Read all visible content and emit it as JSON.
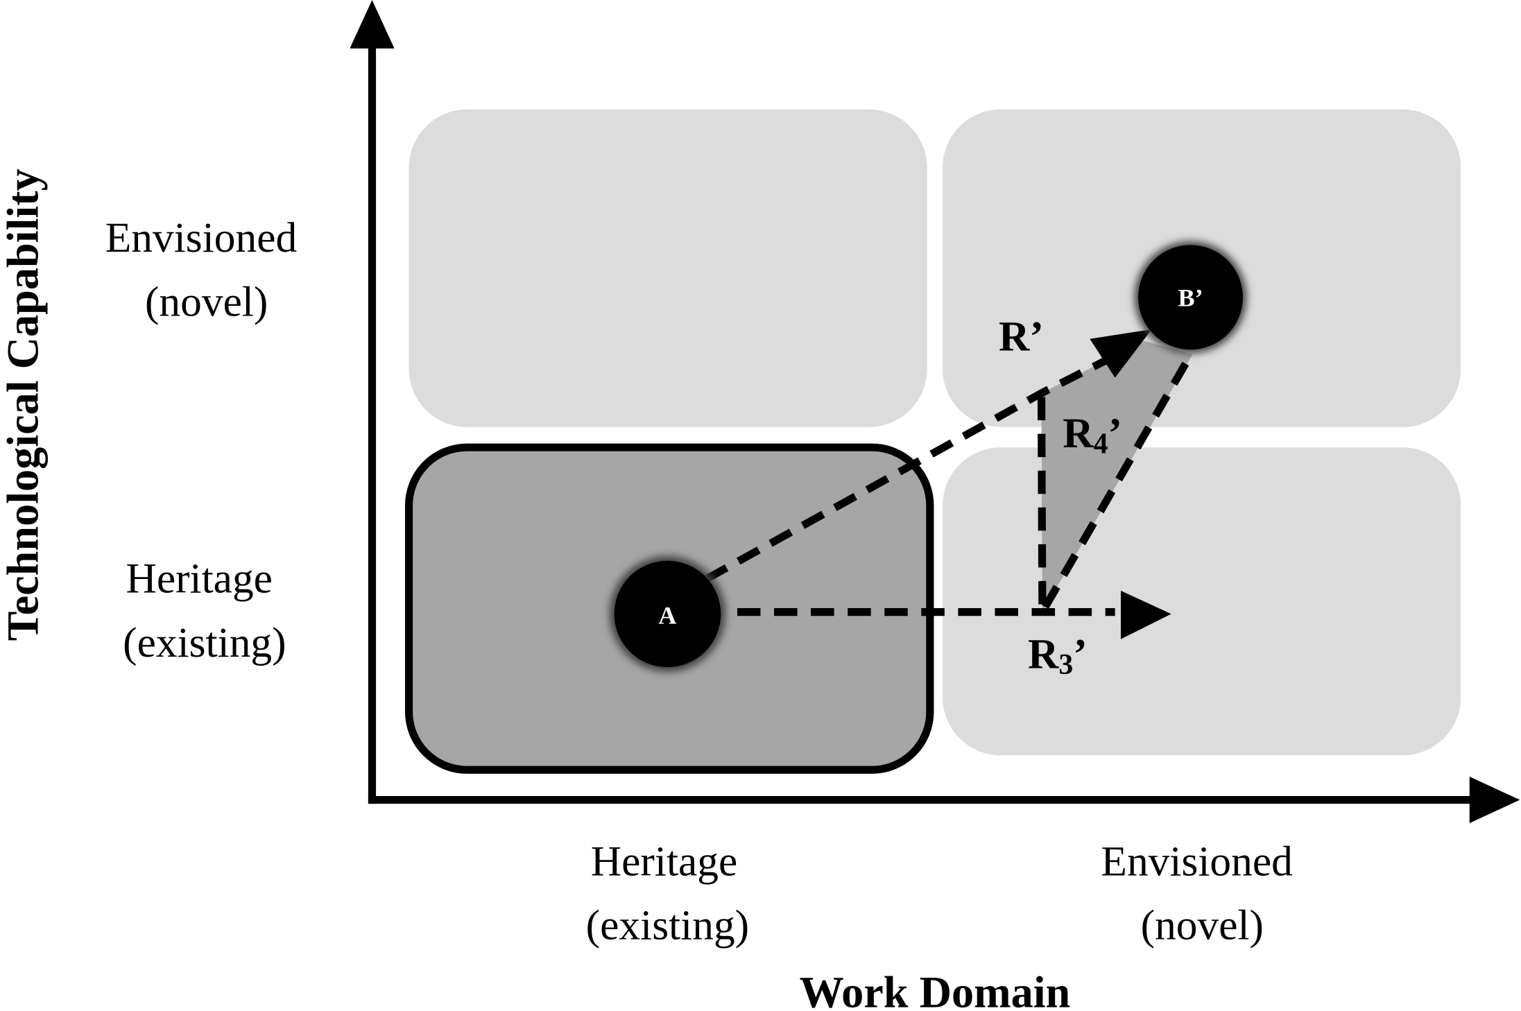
{
  "diagram": {
    "x_axis": {
      "title": "Work Domain",
      "ticks": [
        {
          "line1": "Heritage",
          "line2": "(existing)"
        },
        {
          "line1": "Envisioned",
          "line2": "(novel)"
        }
      ]
    },
    "y_axis": {
      "title": "Technological Capability",
      "ticks": [
        {
          "line1": "Envisioned",
          "line2": "(novel)"
        },
        {
          "line1": "Heritage",
          "line2": "(existing)"
        }
      ]
    },
    "nodes": {
      "a": "A",
      "b": "B’"
    },
    "routes": {
      "r_prime": {
        "main": "R’"
      },
      "r3": {
        "main": "R",
        "sub": "3",
        "suffix": "’"
      },
      "r4": {
        "main": "R",
        "sub": "4",
        "suffix": "’"
      }
    },
    "colors": {
      "quadrant_light": "#dcdcdc",
      "quadrant_active": "#a6a6a6",
      "triangle": "#a6a6a6",
      "ink": "#000000"
    }
  }
}
